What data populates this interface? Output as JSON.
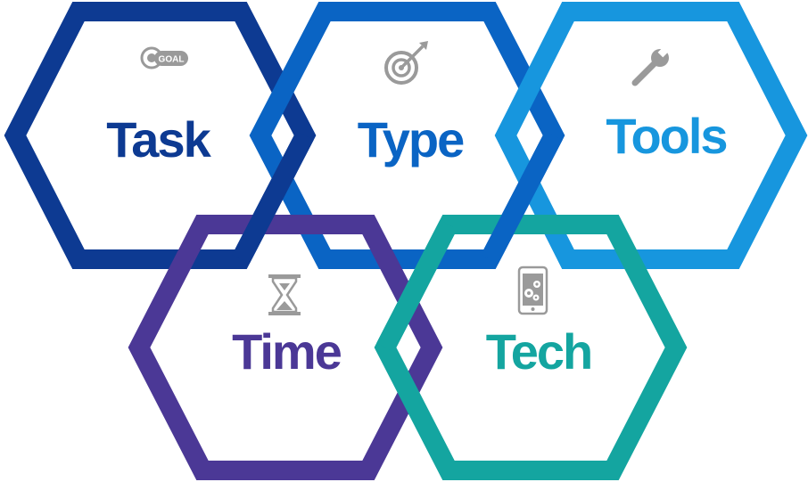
{
  "labels": {
    "task": "Task",
    "type": "Type",
    "tools": "Tools",
    "time": "Time",
    "tech": "Tech",
    "goal_badge": "GOAL"
  },
  "colors": {
    "task": "#0d3a92",
    "type": "#0a64c4",
    "tools": "#1796de",
    "time": "#4b3896",
    "tech": "#14a5a0",
    "icon": "#9a9a9a"
  },
  "icons": {
    "task": "goal-badge-icon",
    "type": "target-arrow-icon",
    "tools": "wrench-icon",
    "time": "hourglass-icon",
    "tech": "tablet-gears-icon"
  }
}
